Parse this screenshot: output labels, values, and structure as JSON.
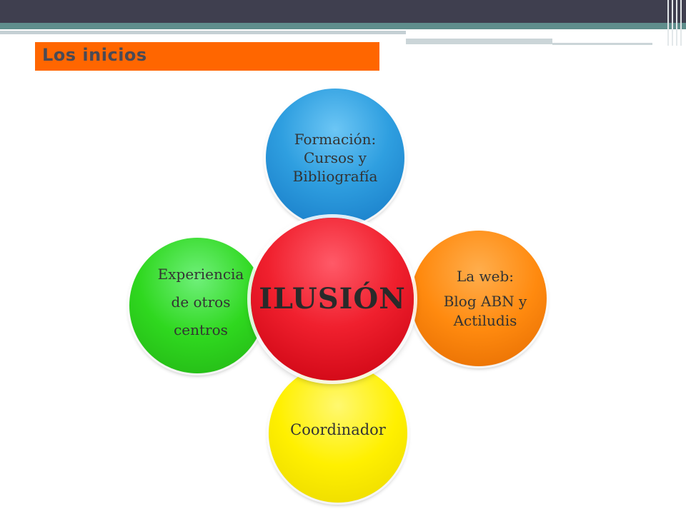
{
  "title": "Los inicios",
  "diagram": {
    "center": "ILUSIÓN",
    "top": [
      "Formación:",
      "Cursos y",
      "Bibliografía"
    ],
    "right": [
      "La web:",
      "Blog ABN y",
      "Actiludis"
    ],
    "left": [
      "Experiencia",
      "de otros",
      "centros"
    ],
    "bottom": "Coordinador"
  },
  "colors": {
    "title_bar": "#ff6600",
    "top_circle": "#2f9fe0",
    "right_circle": "#ff8a0f",
    "left_circle": "#2fd81f",
    "bottom_circle": "#fff000",
    "center_circle": "#f0202e"
  }
}
